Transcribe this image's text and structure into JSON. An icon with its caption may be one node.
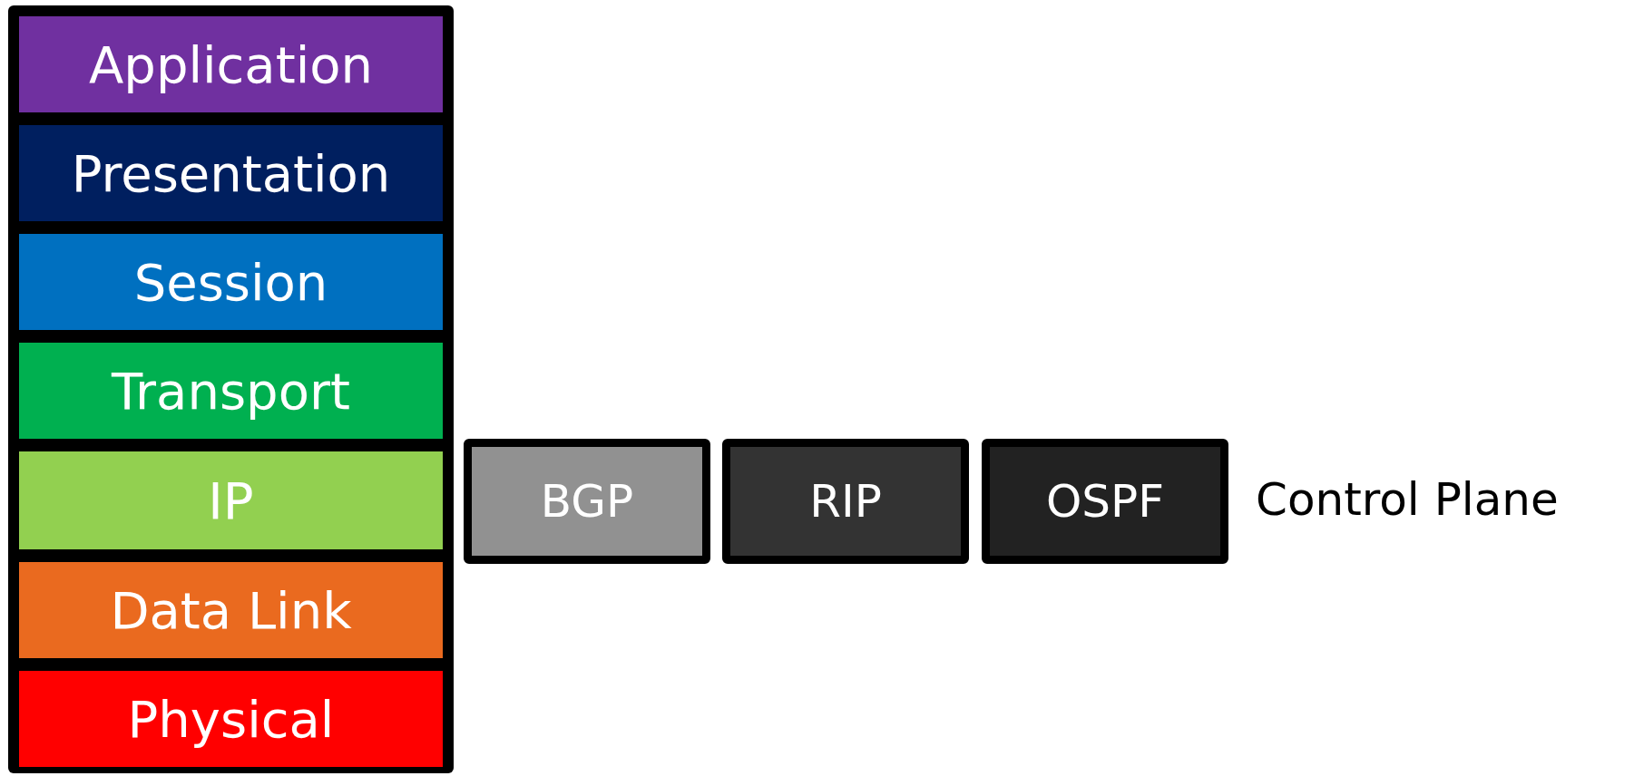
{
  "diagram": {
    "nodes": [
      {
        "text": [
          "Application"
        ]
      },
      {
        "text": [
          "Presentation"
        ]
      },
      {
        "text": [
          "Session"
        ]
      },
      {
        "text": [
          "Transport"
        ]
      },
      {
        "text": [
          "IP"
        ]
      },
      {
        "text": [
          "Data Link"
        ]
      },
      {
        "text": [
          "Physical"
        ]
      },
      {
        "text": [
          "BGP"
        ]
      },
      {
        "text": [
          "RIP"
        ]
      },
      {
        "text": [
          "OSPF"
        ]
      }
    ],
    "labels": [
      "Control Plane"
    ]
  }
}
